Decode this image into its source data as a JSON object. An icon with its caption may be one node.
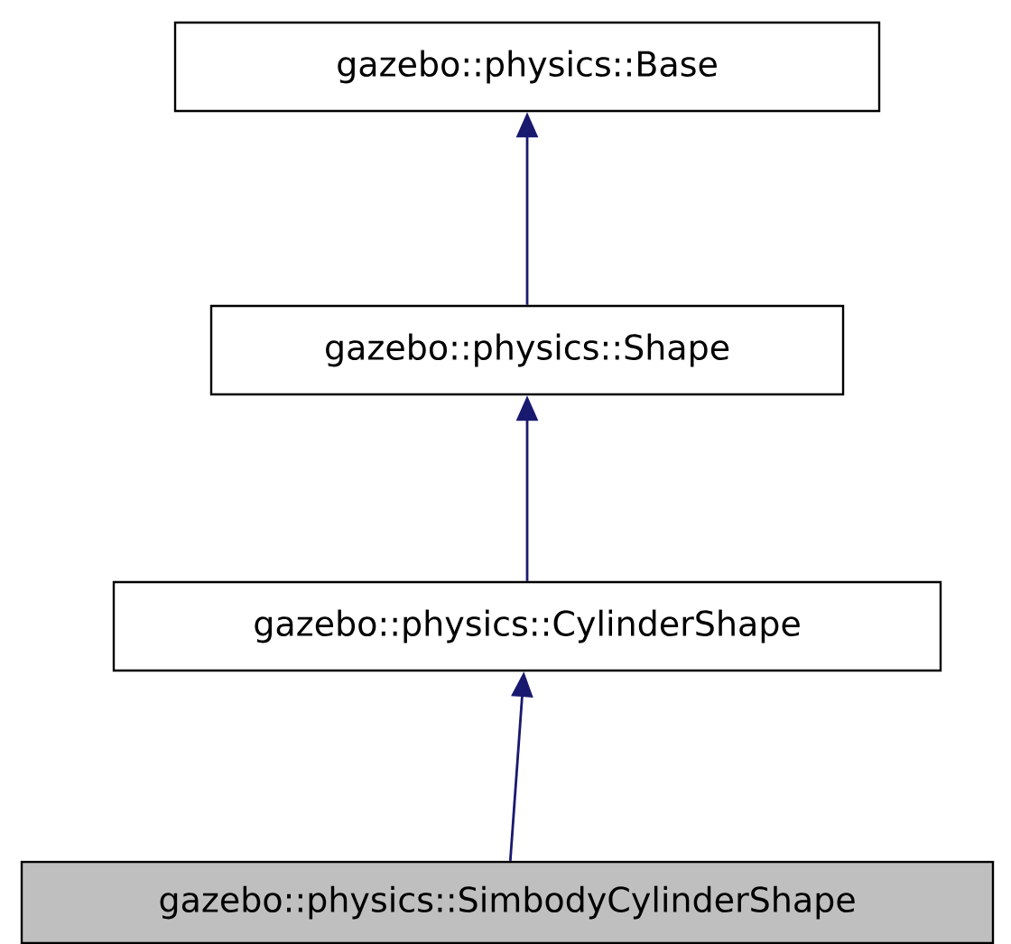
{
  "diagram": {
    "nodes": [
      {
        "text": [
          "gazebo::physics::Base"
        ]
      },
      {
        "text": [
          "gazebo::physics::Shape"
        ]
      },
      {
        "text": [
          "gazebo::physics::CylinderShape"
        ]
      },
      {
        "text": [
          "gazebo::physics::SimbodyCylinderShape"
        ]
      }
    ],
    "edges": [
      {
        "from": 1,
        "to": 0,
        "arrow": "to"
      },
      {
        "from": 2,
        "to": 1,
        "arrow": "to"
      },
      {
        "from": 3,
        "to": 2,
        "arrow": "to"
      }
    ]
  }
}
